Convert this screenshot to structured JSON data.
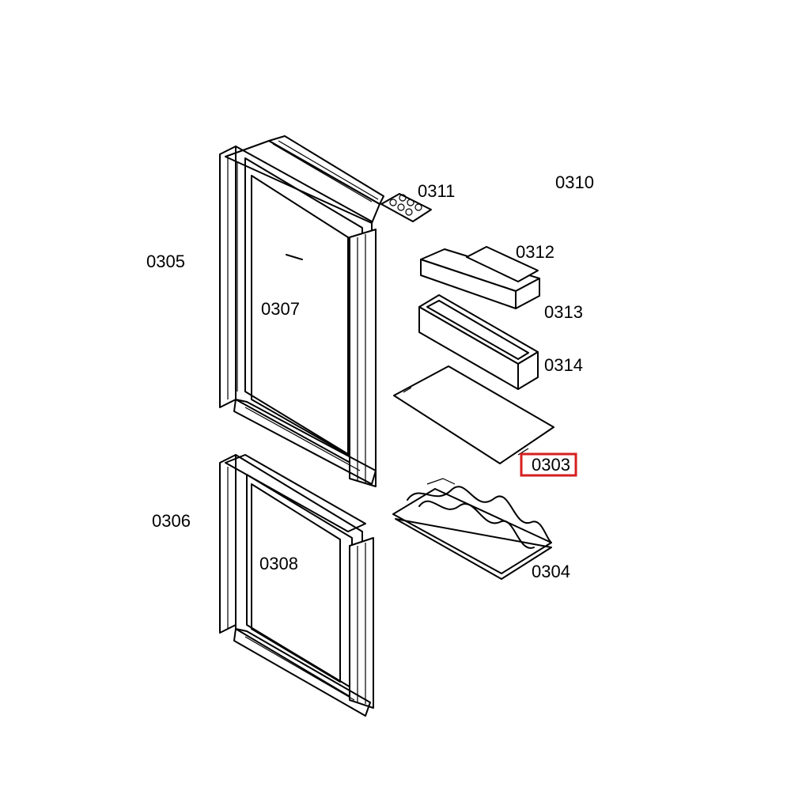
{
  "labels": {
    "p0305": "0305",
    "p0306": "0306",
    "p0307": "0307",
    "p0308": "0308",
    "p0311": "0311",
    "p0310": "0310",
    "p0312": "0312",
    "p0313": "0313",
    "p0314": "0314",
    "p0303": "0303",
    "p0304": "0304"
  },
  "highlighted_part": "0303",
  "colors": {
    "line": "#000000",
    "highlight": "#d61f1f",
    "background": "#ffffff"
  }
}
